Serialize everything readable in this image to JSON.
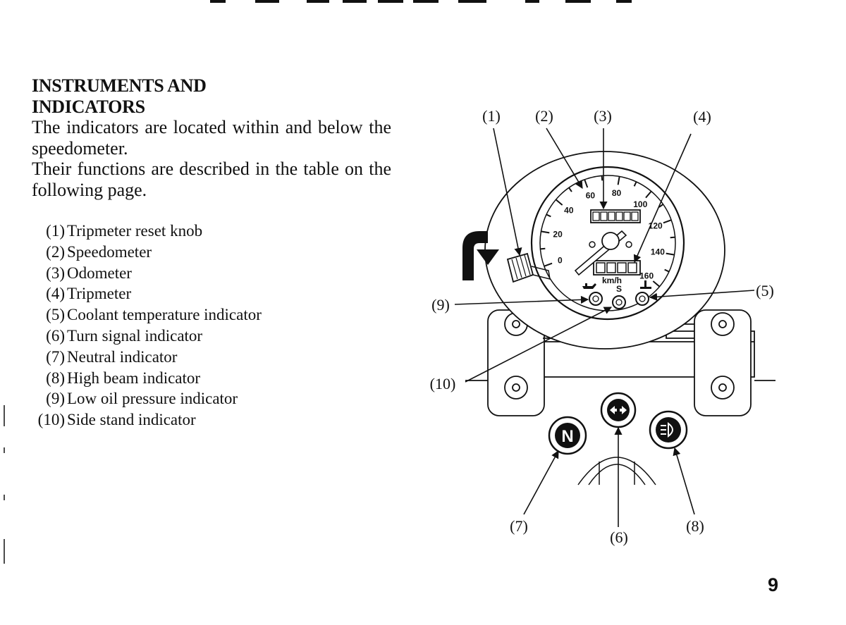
{
  "heading": {
    "line1": "INSTRUMENTS AND",
    "line2": "INDICATORS"
  },
  "intro": [
    "The indicators are located within and below the speedometer.",
    "Their functions are described in the table on the following page."
  ],
  "legend": [
    {
      "num": "(1)",
      "label": "Tripmeter reset knob"
    },
    {
      "num": "(2)",
      "label": "Speedometer"
    },
    {
      "num": "(3)",
      "label": "Odometer"
    },
    {
      "num": "(4)",
      "label": "Tripmeter"
    },
    {
      "num": "(5)",
      "label": "Coolant temperature indicator"
    },
    {
      "num": "(6)",
      "label": "Turn signal indicator"
    },
    {
      "num": "(7)",
      "label": "Neutral indicator"
    },
    {
      "num": "(8)",
      "label": "High beam indicator"
    },
    {
      "num": "(9)",
      "label": "Low oil pressure indicator"
    },
    {
      "num": "(10)",
      "label": "Side stand indicator"
    }
  ],
  "diagram": {
    "callouts": {
      "c1": "(1)",
      "c2": "(2)",
      "c3": "(3)",
      "c4": "(4)",
      "c5": "(5)",
      "c6": "(6)",
      "c7": "(7)",
      "c8": "(8)",
      "c9": "(9)",
      "c10": "(10)"
    },
    "speed_scale": [
      "0",
      "20",
      "40",
      "60",
      "80",
      "100",
      "120",
      "140",
      "160"
    ],
    "unit": "km/h",
    "side_stand_letter": "S",
    "neutral_letter": "N",
    "icons": [
      "reset-knob-icon",
      "rotation-arrow-icon",
      "oil-can-icon",
      "thermometer-icon",
      "turn-signal-icon",
      "high-beam-icon"
    ]
  },
  "page_number": "9"
}
